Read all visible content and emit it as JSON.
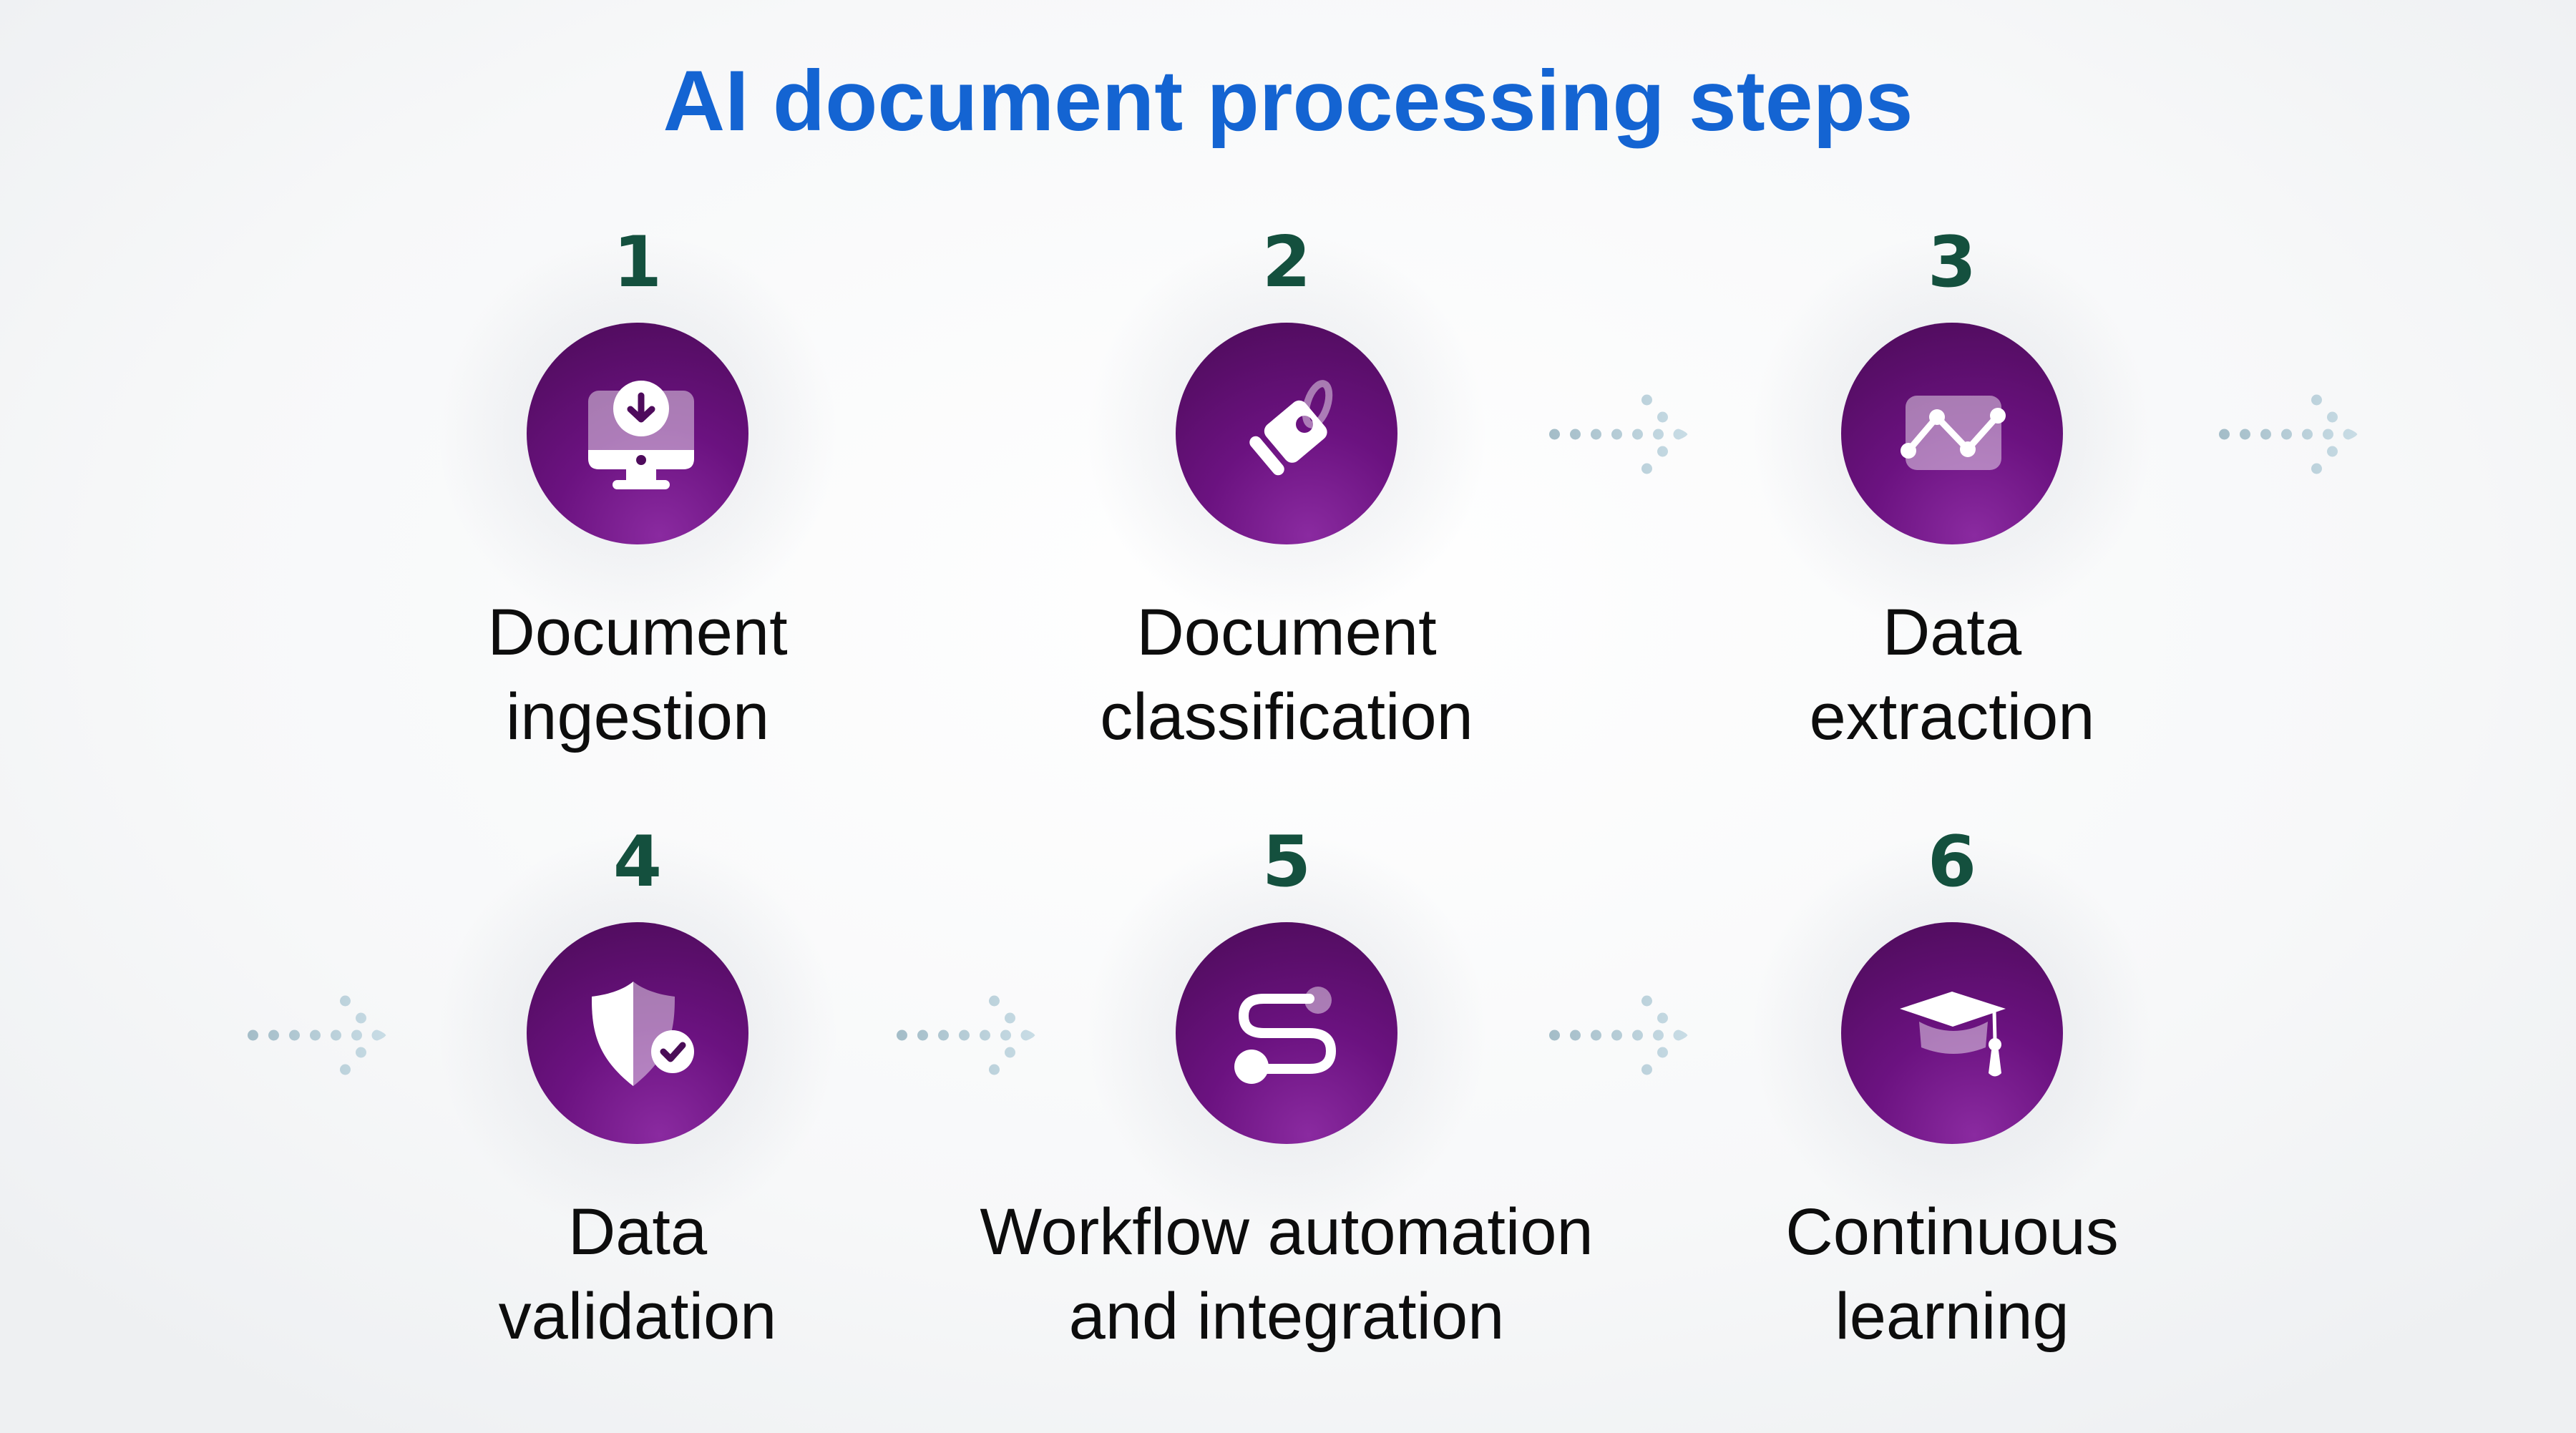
{
  "title": "AI document processing steps",
  "steps": [
    {
      "number": "1",
      "label_line1": "Document",
      "label_line2": "ingestion",
      "icon": "monitor-download"
    },
    {
      "number": "2",
      "label_line1": "Document",
      "label_line2": "classification",
      "icon": "price-tag"
    },
    {
      "number": "3",
      "label_line1": "Data",
      "label_line2": "extraction",
      "icon": "line-chart"
    },
    {
      "number": "4",
      "label_line1": "Data",
      "label_line2": "validation",
      "icon": "shield-check"
    },
    {
      "number": "5",
      "label_line1": "Workflow automation",
      "label_line2": "and integration",
      "icon": "workflow-path"
    },
    {
      "number": "6",
      "label_line1": "Continuous",
      "label_line2": "learning",
      "icon": "graduation-cap"
    }
  ],
  "colors": {
    "title_blue": "#1464d2",
    "number_green": "#14503e",
    "label_black": "#0d0d0d",
    "circle_gradient_dark": "#470a52",
    "circle_gradient_light": "#8a2aa0",
    "icon_accent_purple": "#4e0b5c",
    "arrow_dot_start": "#a3bcc7",
    "arrow_dot_end": "#c9dde6"
  }
}
